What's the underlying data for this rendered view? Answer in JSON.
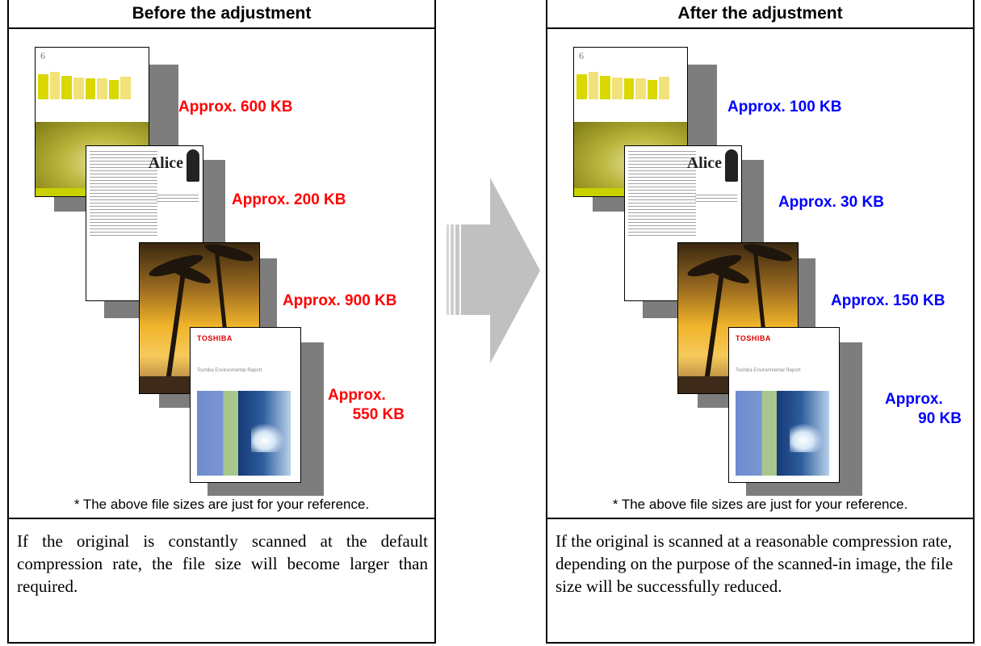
{
  "before": {
    "title": "Before the adjustment",
    "sizes": [
      "Approx. 600 KB",
      "Approx. 200 KB",
      "Approx. 900 KB",
      "Approx.",
      "550 KB"
    ],
    "note": "* The above file sizes are just for your reference.",
    "description": "If the original is constantly scanned at the default compression rate, the file size will become larger than required."
  },
  "after": {
    "title": "After the adjustment",
    "sizes": [
      "Approx. 100 KB",
      "Approx. 30 KB",
      "Approx. 150 KB",
      "Approx.",
      "90 KB"
    ],
    "note": "* The above file sizes are just for your reference.",
    "description": "If the original is scanned at a reasonable compression rate, depending on the purpose of the scanned-in image, the file size will be successfully reduced."
  },
  "docs": {
    "page_number": "6",
    "ask_alice": "Alice",
    "logo": "TOSHIBA",
    "report_title": "Toshiba Environmental Report"
  },
  "colors": {
    "before_label": "#ff0000",
    "after_label": "#0000ff",
    "arrow": "#c0c0c0"
  }
}
